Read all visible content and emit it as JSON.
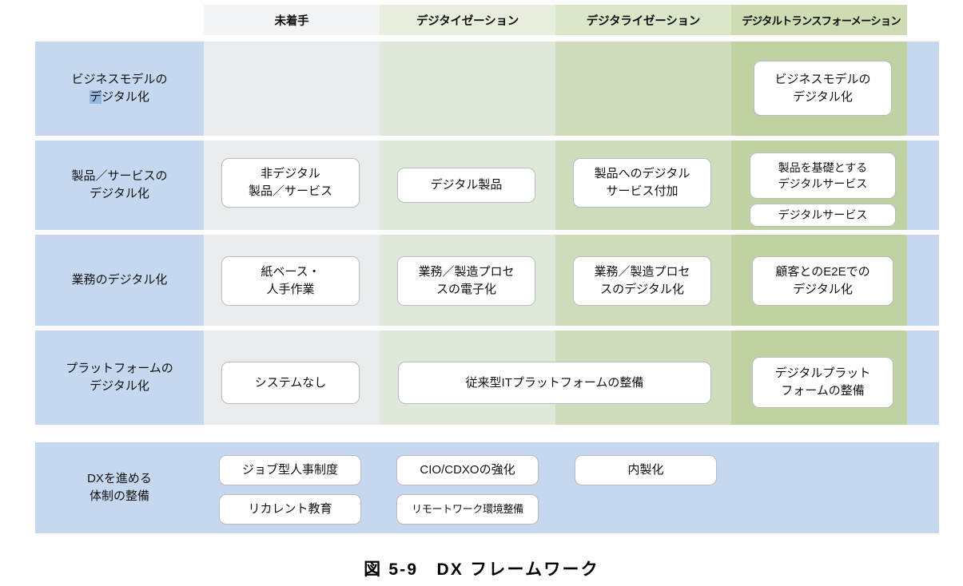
{
  "caption": "図 5-9　DX フレームワーク",
  "colors": {
    "row_label_blue": "#c5d8ef",
    "col_none": "#e9ecef",
    "col_digitization": "#dfe8d9",
    "col_digitalization": "#cfdcbb",
    "col_dx": "#c0d1a2",
    "box_fill": "#ffffff",
    "box_border": "#b9bcbe",
    "selection_highlight": "#94b8e0"
  },
  "columns": [
    {
      "id": "none",
      "label": "未着手"
    },
    {
      "id": "digitization",
      "label": "デジタイゼーション"
    },
    {
      "id": "digitalization",
      "label": "デジタライゼーション"
    },
    {
      "id": "dx",
      "label": "デジタルトランスフォーメーション"
    }
  ],
  "rows": [
    {
      "id": "business-model",
      "label_line1": "ビジネスモデルの",
      "label_line2_selected": "デ",
      "label_line2_rest": "ジタル化",
      "cells": {
        "none": [],
        "digitization": [],
        "digitalization": [],
        "dx": [
          "ビジネスモデルの\nデジタル化"
        ]
      }
    },
    {
      "id": "product-service",
      "label_line1": "製品／サービスの",
      "label_line2": "デジタル化",
      "cells": {
        "none": [
          "非デジタル\n製品／サービス"
        ],
        "digitization": [
          "デジタル製品"
        ],
        "digitalization": [
          "製品へのデジタル\nサービス付加"
        ],
        "dx": [
          "製品を基礎とする\nデジタルサービス",
          "デジタルサービス"
        ]
      }
    },
    {
      "id": "operations",
      "label_line1": "業務のデジタル化",
      "label_line2": "",
      "cells": {
        "none": [
          "紙ベース・\n人手作業"
        ],
        "digitization": [
          "業務／製造プロセ\nスの電子化"
        ],
        "digitalization": [
          "業務／製造プロセ\nスのデジタル化"
        ],
        "dx": [
          "顧客とのE2Eでの\nデジタル化"
        ]
      }
    },
    {
      "id": "platform",
      "label_line1": "プラットフォームの",
      "label_line2": "デジタル化",
      "cells": {
        "none": [
          "システムなし"
        ],
        "merged_digitization_digitalization": "従来型ITプラットフォームの整備",
        "dx": [
          "デジタルプラット\nフォームの整備"
        ]
      }
    }
  ],
  "bottom": {
    "label_line1": "DXを進める",
    "label_line2": "体制の整備",
    "items_col1": [
      "ジョブ型人事制度",
      "リカレント教育"
    ],
    "items_col2": [
      "CIO/CDXOの強化",
      "リモートワーク環境整備"
    ],
    "items_col3": [
      "内製化"
    ]
  }
}
